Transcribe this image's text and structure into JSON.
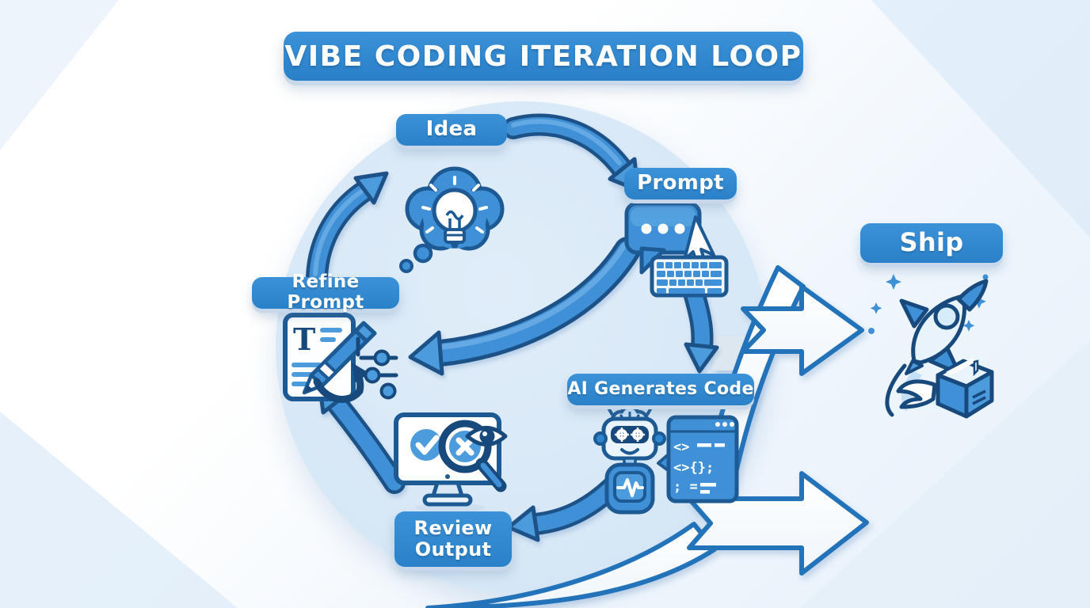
{
  "title": "VIBE CODING ITERATION LOOP",
  "stages": {
    "idea": {
      "label": "Idea"
    },
    "prompt": {
      "label": "Prompt"
    },
    "ai": {
      "label": "AI Generates Code"
    },
    "review": {
      "label": "Review Output"
    },
    "refine": {
      "label": "Refine Prompt"
    },
    "ship": {
      "label": "Ship"
    }
  },
  "icons": {
    "idea": "thought-cloud-lightbulb",
    "prompt": [
      "chat-bubble-ellipsis",
      "mouse-cursor",
      "keyboard"
    ],
    "ai": [
      "robot-brain-gears",
      "code-window"
    ],
    "review": [
      "monitor-check-x",
      "magnifier-eye"
    ],
    "refine": [
      "document-T-pencil",
      "sliders",
      "undo-curved-arrow"
    ],
    "ship": [
      "rocket-launch",
      "winged-package",
      "sparkles"
    ],
    "code_lines": [
      "<>",
      "<>{};",
      "; ="
    ],
    "document_letter": "T"
  },
  "arrows": {
    "loop": [
      "refine-to-idea",
      "idea-to-prompt",
      "prompt-to-ai",
      "prompt-to-refine",
      "ai-to-review",
      "review-to-refine"
    ],
    "ship": [
      "upper-straight",
      "curved-tail",
      "lower-bent"
    ]
  },
  "colors": {
    "accent_blue": "#2E86CE",
    "arrow_blue": "#4C9BDD",
    "dark_outline": "#1C5287",
    "circle_fill": "#D6E7F6",
    "background": "#EEF5FC",
    "label_text": "#FFFFFF"
  }
}
